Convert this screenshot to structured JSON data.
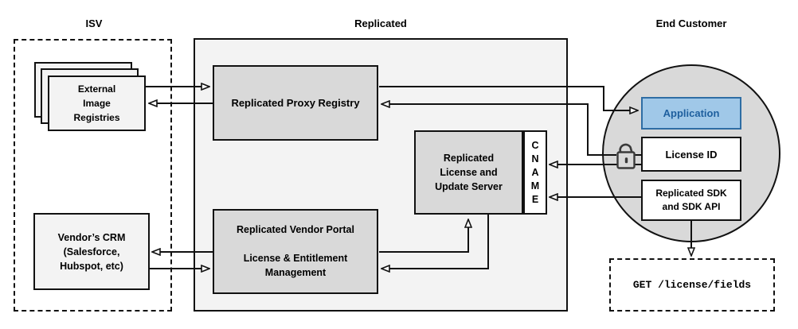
{
  "titles": {
    "isv": "ISV",
    "replicated": "Replicated",
    "end_customer": "End Customer"
  },
  "isv": {
    "registries_label": "External\nImage\nRegistries",
    "crm_label": "Vendor’s CRM\n(Salesforce,\nHubspot, etc)"
  },
  "replicated": {
    "proxy_registry_label": "Replicated Proxy Registry",
    "license_update_server_label": "Replicated\nLicense and\nUpdate Server",
    "cname_label": "CNAME",
    "vendor_portal_title": "Replicated Vendor Portal",
    "vendor_portal_subtitle": "License & Entitlement\nManagement"
  },
  "end_customer": {
    "application_label": "Application",
    "license_id_label": "License ID",
    "sdk_label": "Replicated SDK\nand SDK API",
    "get_request_label": "GET /license/fields"
  },
  "icons": {
    "lock": "unlocked-padlock-icon"
  },
  "edges": [
    {
      "id": "registries-to-proxy",
      "from": "external-image-registries",
      "to": "replicated-proxy-registry"
    },
    {
      "id": "proxy-to-registries",
      "from": "replicated-proxy-registry",
      "to": "external-image-registries"
    },
    {
      "id": "proxy-to-application",
      "from": "replicated-proxy-registry",
      "to": "application"
    },
    {
      "id": "license-id-to-proxy",
      "from": "license-id",
      "to": "replicated-proxy-registry"
    },
    {
      "id": "license-id-to-cname",
      "from": "license-id",
      "to": "cname"
    },
    {
      "id": "sdk-to-cname",
      "from": "replicated-sdk",
      "to": "cname"
    },
    {
      "id": "vendor-portal-to-license-server",
      "from": "replicated-vendor-portal",
      "to": "replicated-license-update-server"
    },
    {
      "id": "license-server-to-vendor-portal",
      "from": "replicated-license-update-server",
      "to": "replicated-vendor-portal"
    },
    {
      "id": "vendor-portal-to-crm",
      "from": "replicated-vendor-portal",
      "to": "vendors-crm"
    },
    {
      "id": "crm-to-vendor-portal",
      "from": "vendors-crm",
      "to": "replicated-vendor-portal"
    },
    {
      "id": "sdk-to-get-license-fields",
      "from": "replicated-sdk",
      "to": "get-license-fields"
    }
  ],
  "colors": {
    "panel_fill": "#f3f3f3",
    "node_fill": "#d9d9d9",
    "light_node_fill": "#f3f3f3",
    "white": "#ffffff",
    "outline": "#111111",
    "application_fill": "#a0c8e8",
    "application_border": "#2e6da4",
    "application_text": "#1e5f9e",
    "circle_fill": "#d9d9d9",
    "lock_stroke": "#3a3a3a"
  }
}
